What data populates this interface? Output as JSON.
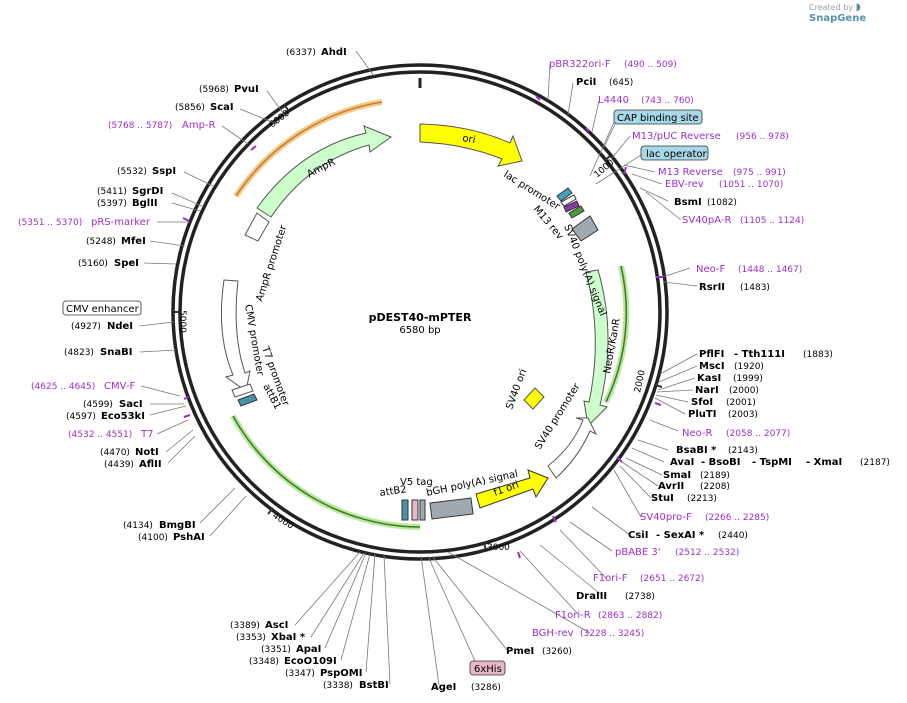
{
  "header": {
    "created_by": "Created by",
    "brand": "SnapGene"
  },
  "plasmid": {
    "name": "pDEST40-mPTER",
    "size": "6580 bp"
  },
  "ticks": [
    "1000",
    "2000",
    "3000",
    "4000",
    "5000",
    "6000"
  ],
  "features": {
    "ori": "ori",
    "neor": "NeoR/KanR",
    "ampr": "AmpR",
    "f1ori": "f1 ori",
    "lac_promoter": "lac promoter",
    "m13_rev": "M13 rev",
    "sv40_polya": "SV40 poly(A) signal",
    "sv40_ori": "SV40 ori",
    "sv40_promoter": "SV40 promoter",
    "bgh": "bGH poly(A) signal",
    "v5": "V5 tag",
    "attb2": "attB2",
    "attb1": "attB1",
    "t7_promoter": "T7 promoter",
    "cmv_promoter": "CMV promoter",
    "ampr_promoter": "AmpR promoter"
  },
  "boxed": {
    "cap": "CAP binding site",
    "lac_operator": "lac operator",
    "cmv_enhancer": "CMV enhancer",
    "his": "6xHis"
  },
  "labels": {
    "ahdi": [
      "(6337)",
      "AhdI"
    ],
    "pvui": [
      "(5968)",
      "PvuI"
    ],
    "scai": [
      "(5856)",
      "ScaI"
    ],
    "ampr_primer": [
      "(5768 .. 5787)",
      "Amp-R"
    ],
    "sspi": [
      "(5532)",
      "SspI"
    ],
    "sgrdi": [
      "(5411)",
      "SgrDI"
    ],
    "bglii": [
      "(5397)",
      "BglII"
    ],
    "prs": [
      "(5351 .. 5370)",
      "pRS-marker"
    ],
    "mfei": [
      "(5248)",
      "MfeI"
    ],
    "spei": [
      "(5160)",
      "SpeI"
    ],
    "ndei": [
      "(4927)",
      "NdeI"
    ],
    "snabi": [
      "(4823)",
      "SnaBI"
    ],
    "cmvf": [
      "(4625 .. 4645)",
      "CMV-F"
    ],
    "saci": [
      "(4599)",
      "SacI"
    ],
    "eco53ki": [
      "(4597)",
      "Eco53kI"
    ],
    "t7": [
      "(4532 .. 4551)",
      "T7"
    ],
    "noti": [
      "(4470)",
      "NotI"
    ],
    "aflii": [
      "(4439)",
      "AflII"
    ],
    "bmgbi": [
      "(4134)",
      "BmgBI"
    ],
    "pshai": [
      "(4100)",
      "PshAI"
    ],
    "asci": [
      "(3389)",
      "AscI"
    ],
    "xbai": [
      "(3353)",
      "XbaI *"
    ],
    "apai": [
      "(3351)",
      "ApaI"
    ],
    "eco0109i": [
      "(3348)",
      "EcoO109I"
    ],
    "pspomi": [
      "(3347)",
      "PspOMI"
    ],
    "bstbi": [
      "(3338)",
      "BstBI"
    ],
    "agei": [
      "AgeI",
      "(3286)"
    ],
    "pmei": [
      "PmeI",
      "(3260)"
    ],
    "bghrev": [
      "BGH-rev",
      "(3228 .. 3245)"
    ],
    "f1orir": [
      "F1ori-R",
      "(2863 .. 2882)"
    ],
    "draiii": [
      "DraIII",
      "(2738)"
    ],
    "f1orif": [
      "F1ori-F",
      "(2651 .. 2672)"
    ],
    "pbabe": [
      "pBABE 3'",
      "(2512 .. 2532)"
    ],
    "csii": [
      "CsiI",
      "- SexAI *",
      "(2440)"
    ],
    "sv40prof": [
      "SV40pro-F",
      "(2266 .. 2285)"
    ],
    "stui": [
      "StuI",
      "(2213)"
    ],
    "avrii": [
      "AvrII",
      "(2208)"
    ],
    "smai": [
      "SmaI",
      "(2189)"
    ],
    "avai": [
      "AvaI",
      "- BsoBI",
      "- TspMI",
      "- XmaI",
      "(2187)"
    ],
    "bsabi": [
      "BsaBI *",
      "(2143)"
    ],
    "neor_primer": [
      "Neo-R",
      "(2058 .. 2077)"
    ],
    "pluti": [
      "PluTI",
      "(2003)"
    ],
    "sfoi": [
      "SfoI",
      "(2001)"
    ],
    "nari": [
      "NarI",
      "(2000)"
    ],
    "kasi": [
      "KasI",
      "(1999)"
    ],
    "msci": [
      "MscI",
      "(1920)"
    ],
    "pflfi": [
      "PflFI",
      "- Tth111I",
      "(1883)"
    ],
    "rsrii": [
      "RsrII",
      "(1483)"
    ],
    "neof": [
      "Neo-F",
      "(1448 .. 1467)"
    ],
    "sv40par": [
      "SV40pA-R",
      "(1105 .. 1124)"
    ],
    "bsmi": [
      "BsmI",
      "(1082)"
    ],
    "ebv": [
      "EBV-rev",
      "(1051 .. 1070)"
    ],
    "m13rev": [
      "M13 Reverse",
      "(975 .. 991)"
    ],
    "m13puc": [
      "M13/pUC Reverse",
      "(956 .. 978)"
    ],
    "l4440": [
      "L4440",
      "(743 .. 760)"
    ],
    "pcii": [
      "PciI",
      "(645)"
    ],
    "pbr": [
      "pBR322ori-F",
      "(490 .. 509)"
    ]
  },
  "colors": {
    "enzyme": "#000000",
    "primer": "#9b30c8",
    "ori": "#ffff00",
    "cds": "#ccffcc",
    "promoter": "#ffffff",
    "feature_gray": "#a0a8b0",
    "cap_box": "#a8d8e8",
    "his_box": "#e8b8c8"
  }
}
